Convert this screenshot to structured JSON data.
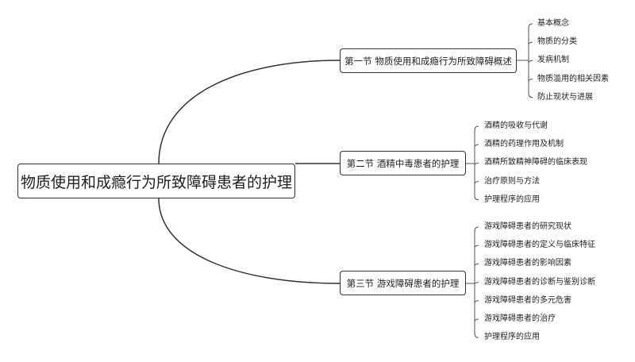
{
  "root": "物质使用和成瘾行为所致障碍患者的护理",
  "sections": [
    {
      "title": "第一节 物质使用和成瘾行为所致障碍概述",
      "items": [
        "基本概念",
        "物质的分类",
        "发病机制",
        "物质滥用的相关因素",
        "防止现状与进展"
      ]
    },
    {
      "title": "第二节 酒精中毒患者的护理",
      "items": [
        "酒精的吸收与代谢",
        "酒精的药理作用及机制",
        "酒精所致精神障碍的临床表现",
        "治疗原则与方法",
        "护理程序的应用"
      ]
    },
    {
      "title": "第三节 游戏障碍患者的护理",
      "items": [
        "游戏障碍患者的研究现状",
        "游戏障碍患者的定义与临床特征",
        "游戏障碍患者的影响因素",
        "游戏障碍患者的诊断与鉴别诊断",
        "游戏障碍患者的多元危害",
        "游戏障碍患者的治疗",
        "护理程序的应用"
      ]
    }
  ]
}
